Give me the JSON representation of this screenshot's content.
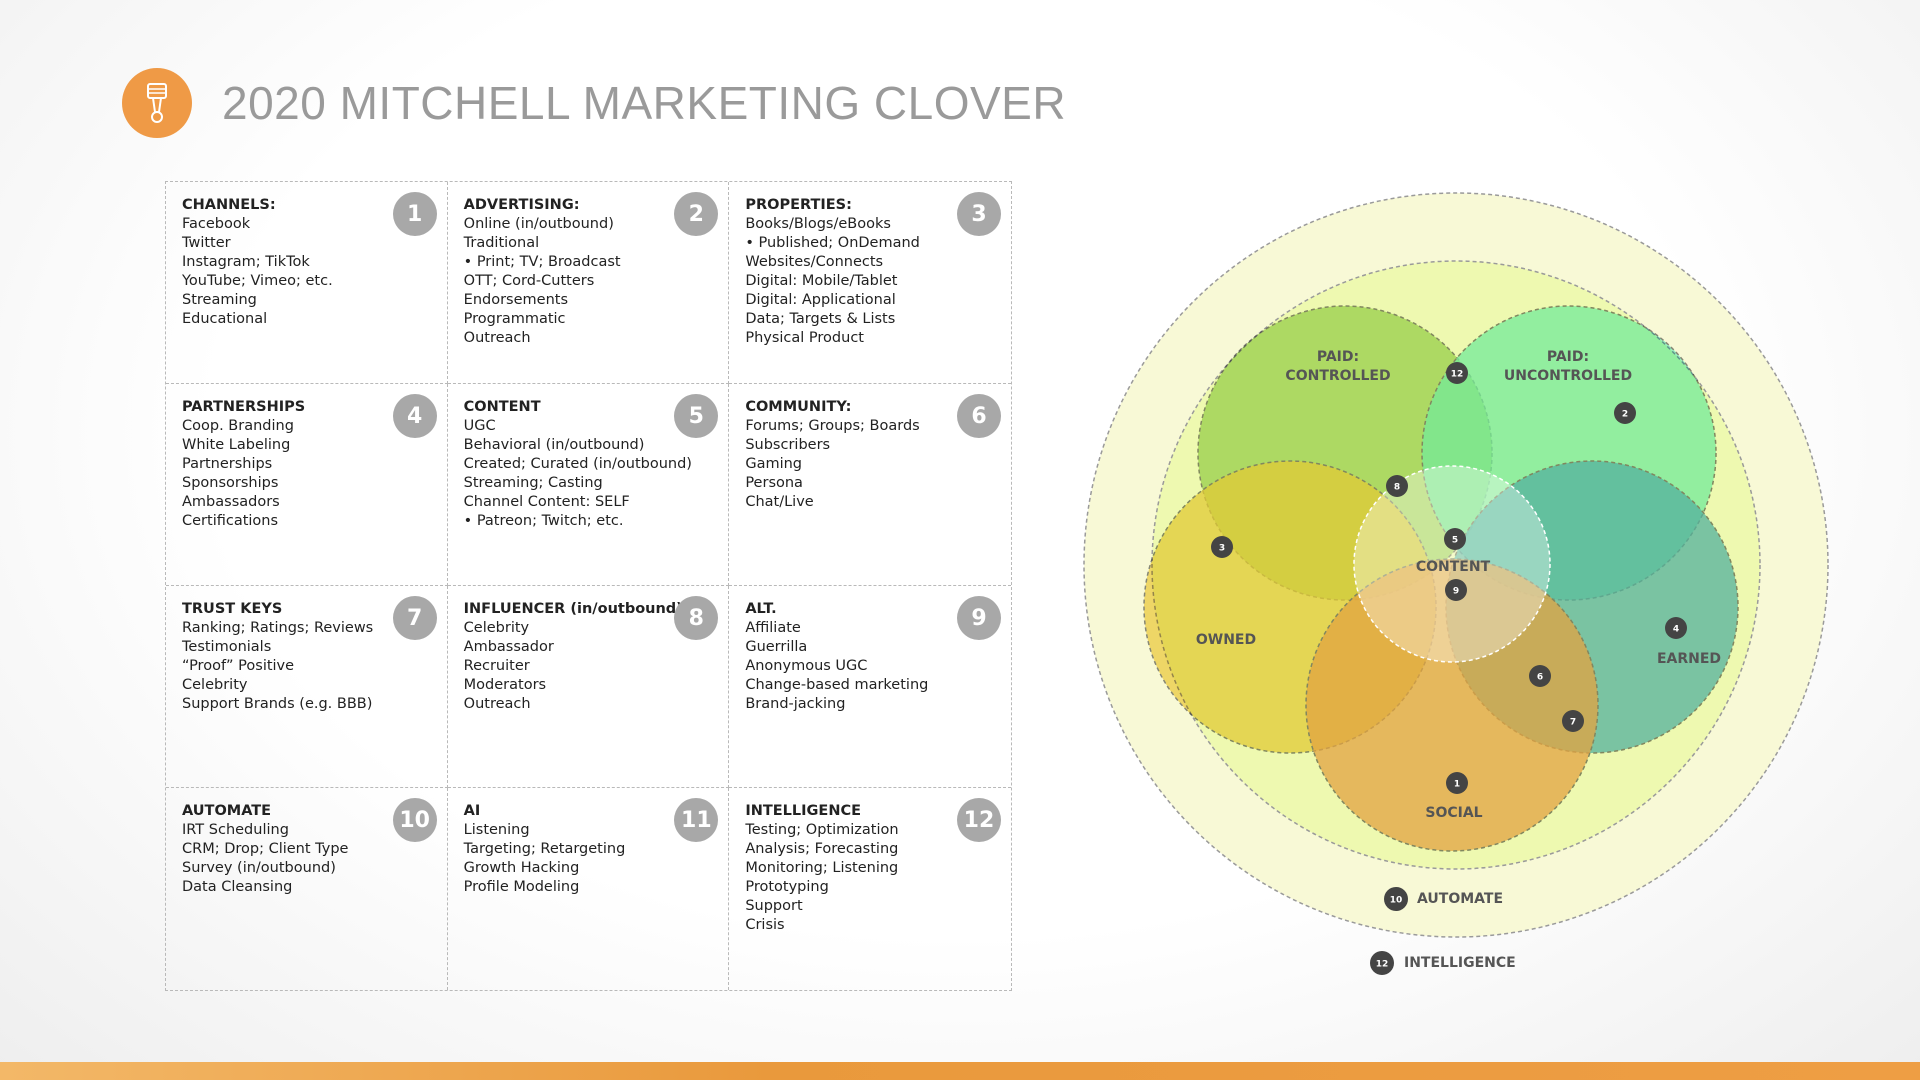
{
  "header": {
    "title": "2020 MITCHELL MARKETING CLOVER",
    "logo_icon": "piston-icon"
  },
  "colors": {
    "accent": "#ef9a46",
    "badge": "#a8a8a8"
  },
  "cells": [
    {
      "number": "1",
      "title": "CHANNELS:",
      "items": [
        "Facebook",
        "Twitter",
        "Instagram; TikTok",
        "YouTube; Vimeo; etc.",
        "Streaming",
        "Educational"
      ]
    },
    {
      "number": "2",
      "title": "ADVERTISING:",
      "items": [
        "Online (in/outbound)",
        "Traditional",
        " • Print; TV; Broadcast",
        "OTT; Cord-Cutters",
        "Endorsements",
        "Programmatic",
        "Outreach"
      ]
    },
    {
      "number": "3",
      "title": "PROPERTIES:",
      "items": [
        "Books/Blogs/eBooks",
        " • Published; OnDemand",
        "Websites/Connects",
        "Digital: Mobile/Tablet",
        "Digital: Applicational",
        "Data; Targets & Lists",
        "Physical Product"
      ]
    },
    {
      "number": "4",
      "title": "PARTNERSHIPS",
      "items": [
        "Coop. Branding",
        "White Labeling",
        "Partnerships",
        "Sponsorships",
        "Ambassadors",
        "Certifications"
      ]
    },
    {
      "number": "5",
      "title": "CONTENT",
      "items": [
        "UGC",
        "Behavioral (in/outbound)",
        "Created; Curated (in/outbound)",
        "Streaming; Casting",
        "Channel Content: SELF",
        "• Patreon; Twitch; etc."
      ]
    },
    {
      "number": "6",
      "title": "COMMUNITY:",
      "items": [
        "Forums; Groups; Boards",
        "Subscribers",
        "Gaming",
        "Persona",
        "Chat/Live"
      ]
    },
    {
      "number": "7",
      "title": "TRUST KEYS",
      "items": [
        "Ranking; Ratings; Reviews",
        "Testimonials",
        "“Proof” Positive",
        "Celebrity",
        "Support Brands (e.g. BBB)"
      ]
    },
    {
      "number": "8",
      "title": "INFLUENCER (in/outbound)",
      "items": [
        "Celebrity",
        "Ambassador",
        "Recruiter",
        "Moderators",
        "Outreach"
      ]
    },
    {
      "number": "9",
      "title": "ALT.",
      "items": [
        "Affiliate",
        "Guerrilla",
        "Anonymous UGC",
        "Change-based marketing",
        "Brand-jacking"
      ]
    },
    {
      "number": "10",
      "title": "AUTOMATE",
      "items": [
        "IRT Scheduling",
        "CRM; Drop; Client Type",
        "Survey (in/outbound)",
        "Data Cleansing"
      ]
    },
    {
      "number": "11",
      "title": "AI",
      "items": [
        "Listening",
        "Targeting; Retargeting",
        "Growth Hacking",
        "Profile Modeling"
      ]
    },
    {
      "number": "12",
      "title": "INTELLIGENCE",
      "items": [
        "Testing; Optimization",
        "Analysis; Forecasting",
        "Monitoring; Listening",
        "Prototyping",
        "Support",
        "Crisis"
      ]
    }
  ],
  "diagram": {
    "paid_controlled_1": "PAID:",
    "paid_controlled_2": "CONTROLLED",
    "paid_uncontrolled_1": "PAID:",
    "paid_uncontrolled_2": "UNCONTROLLED",
    "owned": "OWNED",
    "earned": "EARNED",
    "social": "SOCIAL",
    "content": "CONTENT",
    "automate": "AUTOMATE",
    "intelligence": "INTELLIGENCE",
    "badges": {
      "b12a": "12",
      "b2": "2",
      "b8": "8",
      "b5": "5",
      "b3": "3",
      "b9": "9",
      "b4": "4",
      "b6": "6",
      "b7": "7",
      "b1": "1",
      "b10": "10",
      "b12b": "12"
    },
    "circle_colors": {
      "outer": "#f8f9d6",
      "inner": "#eef9b0",
      "paid_controlled": "#a3d46a",
      "paid_uncontrolled": "#7cf0de",
      "owned": "#f2cf4e",
      "earned": "#59b5e4",
      "social": "#f3a75e",
      "content": "#ffffff"
    }
  }
}
